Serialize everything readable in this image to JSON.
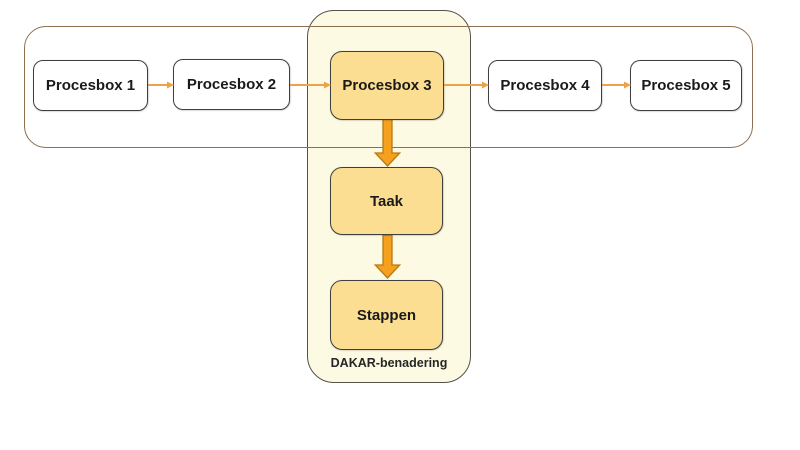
{
  "diagram": {
    "process_flow": {
      "boxes": [
        {
          "label": "Procesbox 1"
        },
        {
          "label": "Procesbox 2"
        },
        {
          "label": "Procesbox 3"
        },
        {
          "label": "Procesbox 4"
        },
        {
          "label": "Procesbox 5"
        }
      ]
    },
    "dakar": {
      "label": "DAKAR-benadering",
      "boxes": [
        {
          "label": "Taak"
        },
        {
          "label": "Stappen"
        }
      ]
    },
    "colors": {
      "process_box_fill": "#F7EC5F",
      "highlight_box_fill": "#FBDE91",
      "dakar_container_fill": "#FDFAE3",
      "dakar_container_border": "#55524A",
      "outer_container_border": "#8C6E50",
      "box_border": "#3F3F3F",
      "thin_arrow": "#F0A148",
      "thick_arrow_fill": "#F5A01F",
      "thick_arrow_border": "#B97A10"
    }
  }
}
